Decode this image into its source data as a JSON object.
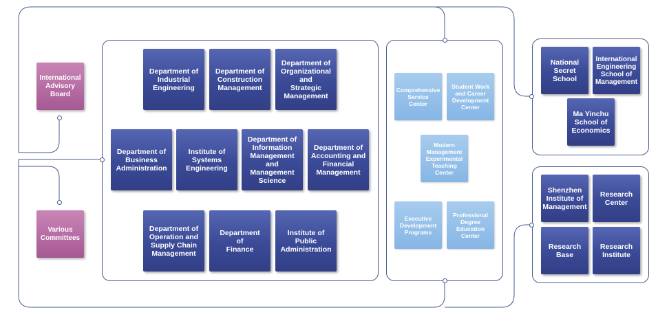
{
  "colors": {
    "line": "#4a5b90",
    "dark_tile": "#3b4a97",
    "light_tile": "#8fbbe8",
    "pink_tile": "#b46aa3"
  },
  "left": {
    "advisory": "International\nAdvisory\nBoard",
    "committees": "Various\nCommittees"
  },
  "departments": {
    "industrial": "Department of\nIndustrial\nEngineering",
    "construction": "Department of\nConstruction\nManagement",
    "organizational": "Department of\nOrganizational\nand\nStrategic\nManagement",
    "business": "Department of\nBusiness\nAdministration",
    "systems": "Institute of\nSystems\nEngineering",
    "information": "Department of\nInformation\nManagement\nand\nManagement\nScience",
    "accounting": "Department of\nAccounting and\nFinancial\nManagement",
    "operation": "Department of\nOperation and\nSupply Chain\nManagement",
    "finance": "Department\nof\nFinance",
    "public_admin": "Institute of\nPublic\nAdministration"
  },
  "centers": {
    "comprehensive": "Comprehensive\nService\nCenter",
    "student_work": "Student Work\nand Career\nDevelopment\nCenter",
    "modern_mgmt": "Modern\nManagement\nExperimental\nTeaching\nCenter",
    "executive": "Executive\nDevelopment\nPrograms",
    "professional": "Professional\nDegree\nEducation\nCenter"
  },
  "schools": {
    "national_secret": "National\nSecret\nSchool",
    "intl_engineering": "International\nEngineering\nSchool of\nManagement",
    "ma_yinchu": "Ma Yinchu\nSchool of\nEconomics"
  },
  "institutes": {
    "shenzhen": "Shenzhen\nInstitute of\nManagement",
    "research_center": "Research\nCenter",
    "research_base": "Research\nBase",
    "research_institute": "Research\nInstitute"
  }
}
